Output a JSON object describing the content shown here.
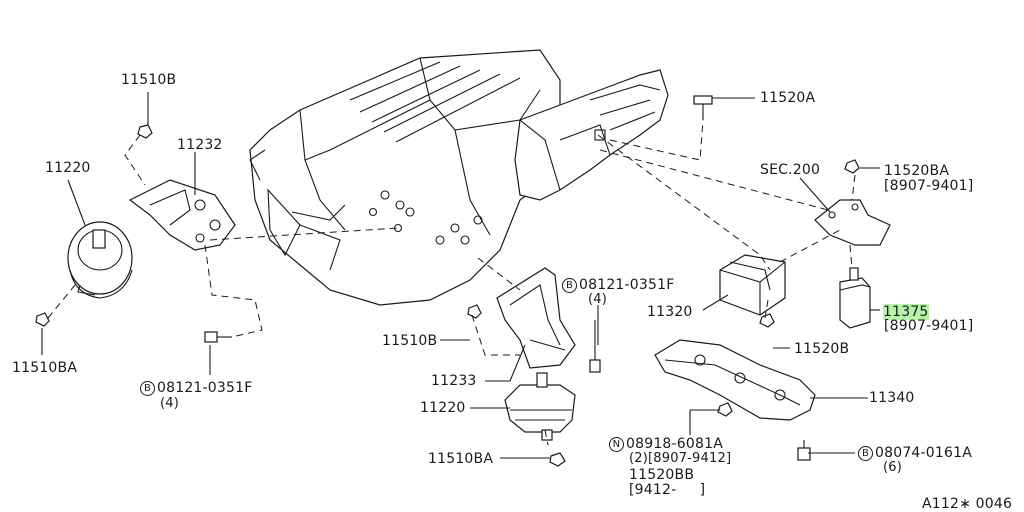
{
  "labels": {
    "p_11510B_top": "11510B",
    "p_11232": "11232",
    "p_11220_left": "11220",
    "p_11510BA_left": "11510BA",
    "p_08121_left_circ": "B",
    "p_08121_left": "08121-0351F",
    "p_08121_left_qty": "(4)",
    "p_11520A": "11520A",
    "p_sec200": "SEC.200",
    "p_11520BA": "11520BA",
    "p_11520BA_range": "[8907-9401]",
    "p_08121_mid_circ": "B",
    "p_08121_mid": "08121-0351F",
    "p_08121_mid_qty": "(4)",
    "p_11320": "11320",
    "p_11375": "11375",
    "p_11375_range": "[8907-9401]",
    "p_11510B_mid": "11510B",
    "p_11520B": "11520B",
    "p_11233": "11233",
    "p_11340": "11340",
    "p_11220_mid": "11220",
    "p_08918_circ": "N",
    "p_08918": "08918-6081A",
    "p_08918_qty": "(2)[8907-9412]",
    "p_08074_circ": "B",
    "p_08074": "08074-0161A",
    "p_08074_qty": "(6)",
    "p_11510BA_mid": "11510BA",
    "p_11520BB": "11520BB",
    "p_11520BB_range": "[9412-     ]",
    "ref_code": "A112∗ 0046"
  },
  "highlight_color": "#b6f2a8"
}
